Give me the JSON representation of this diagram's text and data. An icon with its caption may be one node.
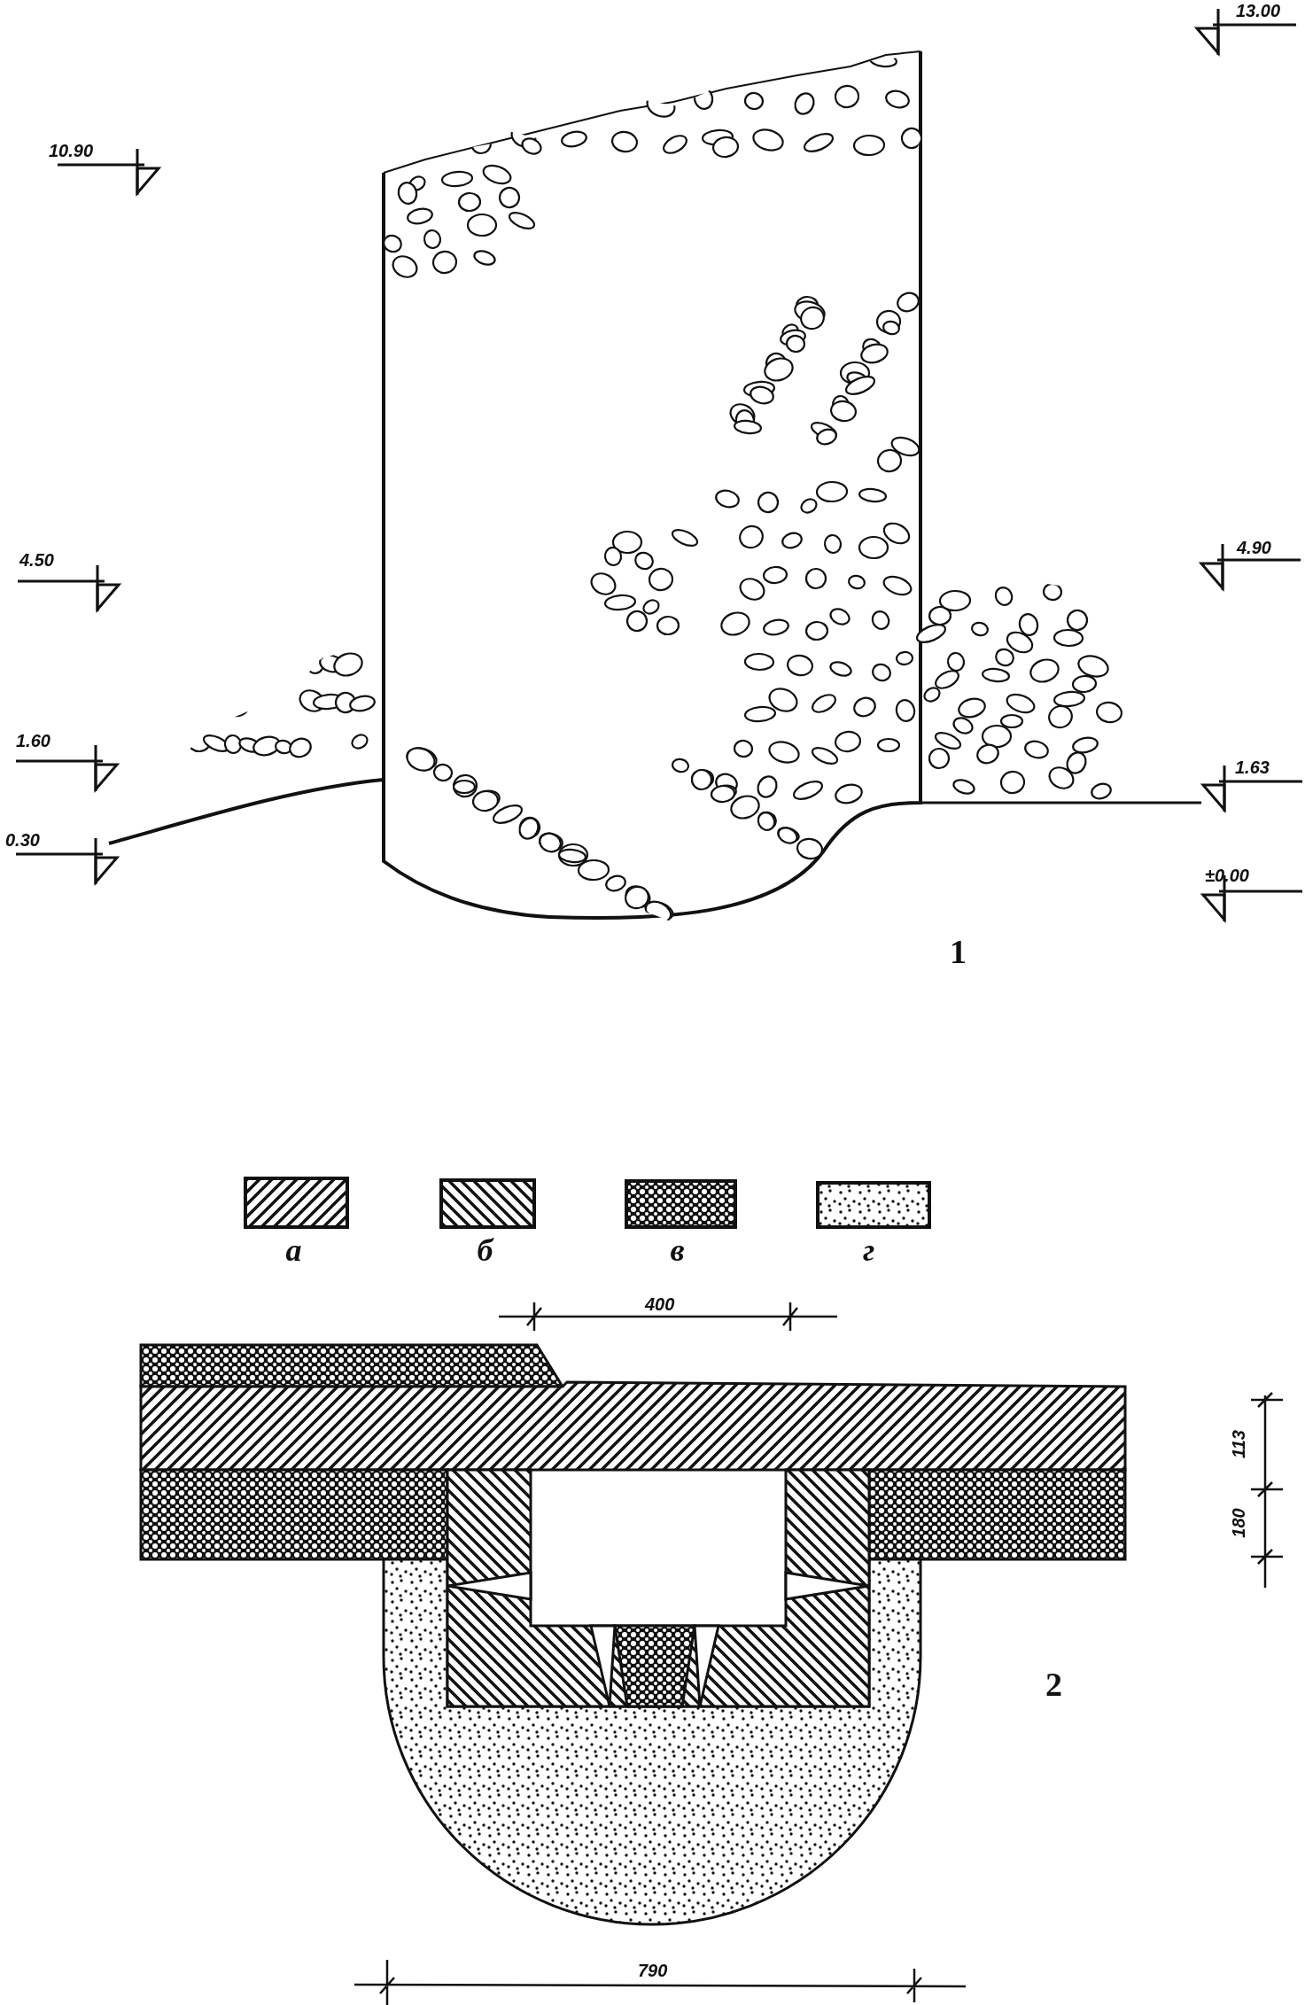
{
  "diagram": {
    "labels": [
      "13.00",
      "10.90",
      "4.90",
      "4.50",
      "1.60",
      "1.63",
      "0.30",
      "±0.00",
      "1",
      "400",
      "113",
      "180",
      "2",
      "790"
    ],
    "legend": [
      {
        "text": "а"
      },
      {
        "text": "б"
      },
      {
        "text": "в"
      },
      {
        "text": "г"
      }
    ]
  }
}
